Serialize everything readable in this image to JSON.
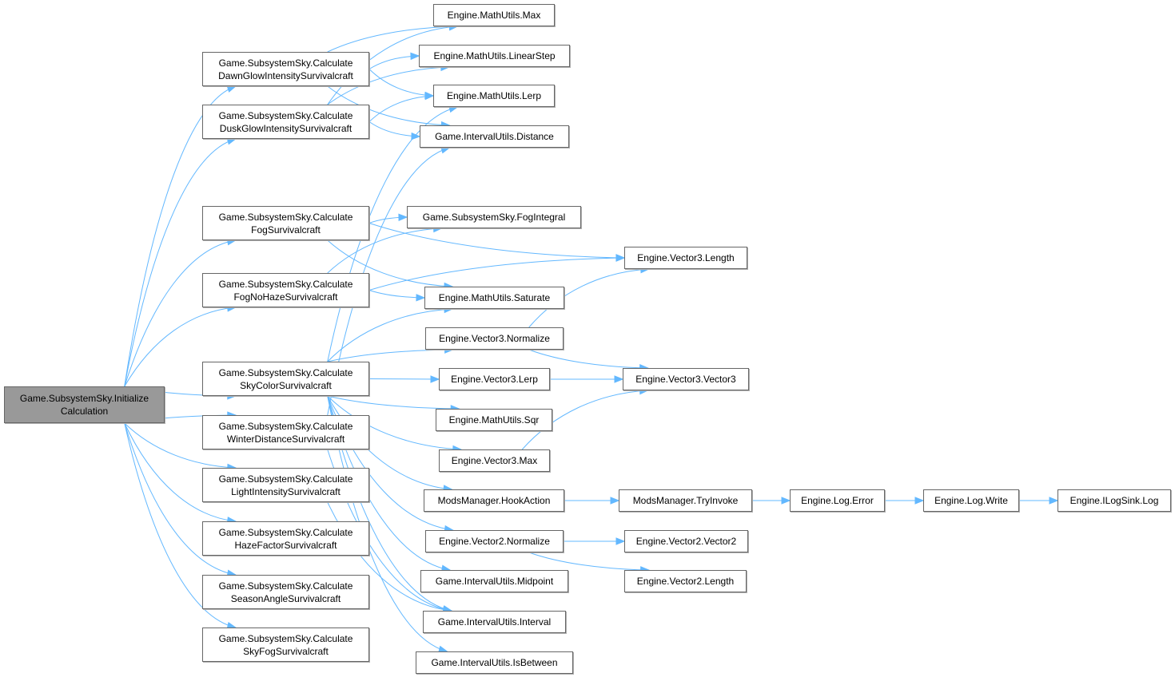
{
  "colors": {
    "edge": "#63b8ff",
    "node_border": "#666666",
    "root_fill": "#999999",
    "node_fill": "#ffffff"
  },
  "nodes": [
    {
      "id": "root",
      "lines": [
        "Game.SubsystemSky.Initialize",
        "Calculation"
      ]
    },
    {
      "id": "dawn",
      "lines": [
        "Game.SubsystemSky.Calculate",
        "DawnGlowIntensitySurvivalcraft"
      ]
    },
    {
      "id": "dusk",
      "lines": [
        "Game.SubsystemSky.Calculate",
        "DuskGlowIntensitySurvivalcraft"
      ]
    },
    {
      "id": "fog",
      "lines": [
        "Game.SubsystemSky.Calculate",
        "FogSurvivalcraft"
      ]
    },
    {
      "id": "fognohaze",
      "lines": [
        "Game.SubsystemSky.Calculate",
        "FogNoHazeSurvivalcraft"
      ]
    },
    {
      "id": "skycolor",
      "lines": [
        "Game.SubsystemSky.Calculate",
        "SkyColorSurvivalcraft"
      ]
    },
    {
      "id": "winter",
      "lines": [
        "Game.SubsystemSky.Calculate",
        "WinterDistanceSurvivalcraft"
      ]
    },
    {
      "id": "light",
      "lines": [
        "Game.SubsystemSky.Calculate",
        "LightIntensitySurvivalcraft"
      ]
    },
    {
      "id": "haze",
      "lines": [
        "Game.SubsystemSky.Calculate",
        "HazeFactorSurvivalcraft"
      ]
    },
    {
      "id": "season",
      "lines": [
        "Game.SubsystemSky.Calculate",
        "SeasonAngleSurvivalcraft"
      ]
    },
    {
      "id": "skyfog",
      "lines": [
        "Game.SubsystemSky.Calculate",
        "SkyFogSurvivalcraft"
      ]
    },
    {
      "id": "mmax",
      "lines": [
        "Engine.MathUtils.Max"
      ]
    },
    {
      "id": "linstep",
      "lines": [
        "Engine.MathUtils.LinearStep"
      ]
    },
    {
      "id": "mlerp",
      "lines": [
        "Engine.MathUtils.Lerp"
      ]
    },
    {
      "id": "idist",
      "lines": [
        "Game.IntervalUtils.Distance"
      ]
    },
    {
      "id": "fogint",
      "lines": [
        "Game.SubsystemSky.FogIntegral"
      ]
    },
    {
      "id": "sat",
      "lines": [
        "Engine.MathUtils.Saturate"
      ]
    },
    {
      "id": "v3norm",
      "lines": [
        "Engine.Vector3.Normalize"
      ]
    },
    {
      "id": "v3lerp",
      "lines": [
        "Engine.Vector3.Lerp"
      ]
    },
    {
      "id": "sqr",
      "lines": [
        "Engine.MathUtils.Sqr"
      ]
    },
    {
      "id": "v3max",
      "lines": [
        "Engine.Vector3.Max"
      ]
    },
    {
      "id": "hook",
      "lines": [
        "ModsManager.HookAction"
      ]
    },
    {
      "id": "v2norm",
      "lines": [
        "Engine.Vector2.Normalize"
      ]
    },
    {
      "id": "imid",
      "lines": [
        "Game.IntervalUtils.Midpoint"
      ]
    },
    {
      "id": "iint",
      "lines": [
        "Game.IntervalUtils.Interval"
      ]
    },
    {
      "id": "ibetw",
      "lines": [
        "Game.IntervalUtils.IsBetween"
      ]
    },
    {
      "id": "v3len",
      "lines": [
        "Engine.Vector3.Length"
      ]
    },
    {
      "id": "v3v3",
      "lines": [
        "Engine.Vector3.Vector3"
      ]
    },
    {
      "id": "tryinv",
      "lines": [
        "ModsManager.TryInvoke"
      ]
    },
    {
      "id": "v2v2",
      "lines": [
        "Engine.Vector2.Vector2"
      ]
    },
    {
      "id": "v2len",
      "lines": [
        "Engine.Vector2.Length"
      ]
    },
    {
      "id": "logerr",
      "lines": [
        "Engine.Log.Error"
      ]
    },
    {
      "id": "logwrite",
      "lines": [
        "Engine.Log.Write"
      ]
    },
    {
      "id": "ilog",
      "lines": [
        "Engine.ILogSink.Log"
      ]
    }
  ],
  "edges": [
    [
      "root",
      "dawn"
    ],
    [
      "root",
      "dusk"
    ],
    [
      "root",
      "fog"
    ],
    [
      "root",
      "fognohaze"
    ],
    [
      "root",
      "skycolor"
    ],
    [
      "root",
      "winter"
    ],
    [
      "root",
      "light"
    ],
    [
      "root",
      "haze"
    ],
    [
      "root",
      "season"
    ],
    [
      "root",
      "skyfog"
    ],
    [
      "dawn",
      "mmax"
    ],
    [
      "dawn",
      "linstep"
    ],
    [
      "dawn",
      "mlerp"
    ],
    [
      "dawn",
      "idist"
    ],
    [
      "dusk",
      "mmax"
    ],
    [
      "dusk",
      "linstep"
    ],
    [
      "dusk",
      "mlerp"
    ],
    [
      "dusk",
      "idist"
    ],
    [
      "fog",
      "fogint"
    ],
    [
      "fog",
      "sat"
    ],
    [
      "fog",
      "v3len"
    ],
    [
      "fognohaze",
      "fogint"
    ],
    [
      "fognohaze",
      "sat"
    ],
    [
      "fognohaze",
      "v3len"
    ],
    [
      "skycolor",
      "mlerp"
    ],
    [
      "skycolor",
      "sat"
    ],
    [
      "skycolor",
      "v3norm"
    ],
    [
      "skycolor",
      "v3lerp"
    ],
    [
      "skycolor",
      "sqr"
    ],
    [
      "skycolor",
      "v3max"
    ],
    [
      "skycolor",
      "hook"
    ],
    [
      "skycolor",
      "v2norm"
    ],
    [
      "skycolor",
      "imid"
    ],
    [
      "skycolor",
      "iint"
    ],
    [
      "skycolor",
      "ibetw"
    ],
    [
      "winter",
      "idist"
    ],
    [
      "winter",
      "iint"
    ],
    [
      "light",
      "iint"
    ],
    [
      "v3norm",
      "v3len"
    ],
    [
      "v3norm",
      "v3v3"
    ],
    [
      "v3lerp",
      "v3v3"
    ],
    [
      "v3max",
      "v3v3"
    ],
    [
      "hook",
      "tryinv"
    ],
    [
      "tryinv",
      "logerr"
    ],
    [
      "logerr",
      "logwrite"
    ],
    [
      "logwrite",
      "ilog"
    ],
    [
      "v2norm",
      "v2v2"
    ],
    [
      "v2norm",
      "v2len"
    ]
  ]
}
